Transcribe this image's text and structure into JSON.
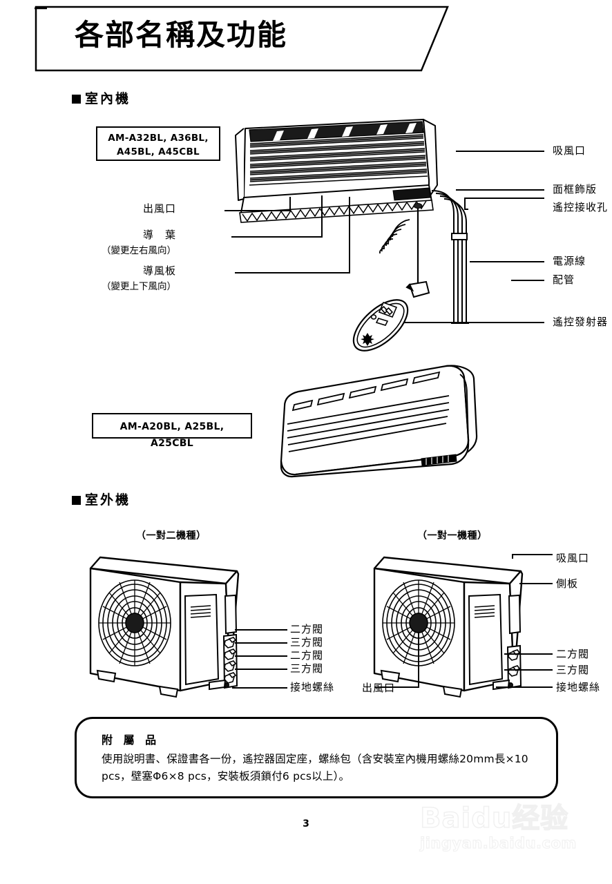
{
  "page": {
    "title": "各部名稱及功能",
    "number": "3"
  },
  "sections": {
    "indoor": {
      "header": "室內機",
      "model_box_1": "AM-A32BL, A36BL,\nA45BL, A45CBL",
      "model_box_1_line1": "AM-A32BL, A36BL,",
      "model_box_1_line2": "A45BL, A45CBL",
      "model_box_2": "AM-A20BL, A25BL, A25CBL",
      "labels_left": [
        {
          "name": "air-outlet",
          "text": "出風口"
        },
        {
          "name": "guide-vane",
          "text": "導　葉"
        },
        {
          "name": "guide-vane-note",
          "text": "（變更左右風向）"
        },
        {
          "name": "guide-louver",
          "text": "導風板"
        },
        {
          "name": "guide-louver-note",
          "text": "（變更上下風向）"
        }
      ],
      "labels_right": [
        {
          "name": "air-intake",
          "text": "吸風口"
        },
        {
          "name": "front-panel",
          "text": "面框飾版"
        },
        {
          "name": "remote-receiver",
          "text": "遙控接收孔"
        },
        {
          "name": "power-cord",
          "text": "電源線"
        },
        {
          "name": "piping",
          "text": "配管"
        },
        {
          "name": "remote-transmitter",
          "text": "遙控發射器"
        }
      ]
    },
    "outdoor": {
      "header": "室外機",
      "caption_left": "（一對二機種）",
      "caption_right": "（一對一機種）",
      "labels_left_unit": [
        {
          "name": "two-way-valve-1",
          "text": "二方閥"
        },
        {
          "name": "three-way-valve-1",
          "text": "三方閥"
        },
        {
          "name": "two-way-valve-2",
          "text": "二方閥"
        },
        {
          "name": "three-way-valve-2",
          "text": "三方閥"
        },
        {
          "name": "ground-screw",
          "text": "接地螺絲"
        }
      ],
      "labels_right_unit": [
        {
          "name": "air-intake",
          "text": "吸風口"
        },
        {
          "name": "side-panel",
          "text": "側板"
        },
        {
          "name": "two-way-valve",
          "text": "二方閥"
        },
        {
          "name": "three-way-valve",
          "text": "三方閥"
        },
        {
          "name": "ground-screw",
          "text": "接地螺絲"
        }
      ],
      "label_air_outlet": "出風口"
    }
  },
  "accessory": {
    "title": "附 屬 品",
    "line1": "使用說明書、保證書各一份，遙控器固定座，螺絲包（含安裝室內機用螺絲20mm長×10",
    "line2": "pcs，壁塞Φ6×8 pcs，安裝板須鎖付6 pcs以上）。"
  },
  "watermark": {
    "main": "Baidu经验",
    "sub": "jingyan.baidu.com"
  },
  "colors": {
    "ink": "#000000",
    "paper": "#ffffff",
    "watermark": "#d0d0d0"
  }
}
